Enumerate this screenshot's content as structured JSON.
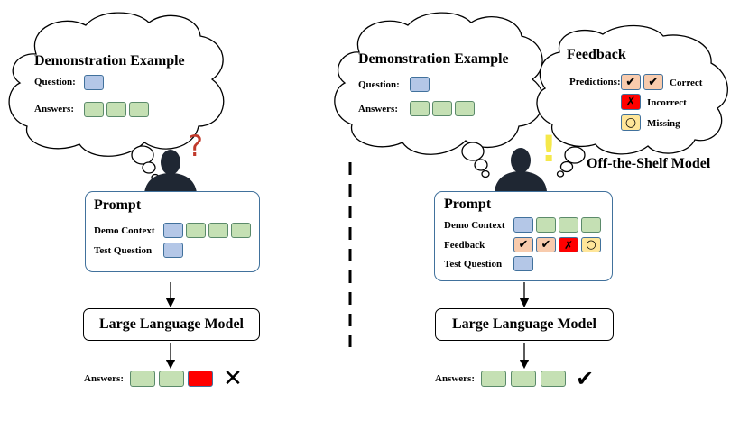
{
  "left": {
    "cloud": {
      "title": "Demonstration Example",
      "question_label": "Question:",
      "answers_label": "Answers:"
    },
    "prompt": {
      "title": "Prompt",
      "demo_context_label": "Demo Context",
      "test_question_label": "Test Question"
    },
    "llm_label": "Large Language Model",
    "answers_label": "Answers:",
    "thought_mark": "?",
    "result_mark": "✕"
  },
  "right": {
    "cloud": {
      "title": "Demonstration Example",
      "question_label": "Question:",
      "answers_label": "Answers:"
    },
    "feedback_cloud": {
      "title": "Feedback",
      "predictions_label": "Predictions:",
      "correct_label": "Correct",
      "incorrect_label": "Incorrect",
      "missing_label": "Missing",
      "check_mark": "✔",
      "cross_mark": "✗",
      "circle_mark": "○"
    },
    "off_the_shelf_label": "Off-the-Shelf Model",
    "prompt": {
      "title": "Prompt",
      "demo_context_label": "Demo Context",
      "feedback_label": "Feedback",
      "test_question_label": "Test Question"
    },
    "llm_label": "Large Language Model",
    "answers_label": "Answers:",
    "thought_mark": "!",
    "result_mark": "✔"
  },
  "colors": {
    "question_box": "#b4c7e7",
    "answer_box": "#c5e0b4",
    "wrong_answer_box": "#ff0000",
    "correct_feedback_box": "#f8cbad",
    "missing_feedback_box": "#ffe699",
    "question_mark": "#c0392b",
    "exclamation_mark": "#f5e84a",
    "person": "#1f2733"
  }
}
